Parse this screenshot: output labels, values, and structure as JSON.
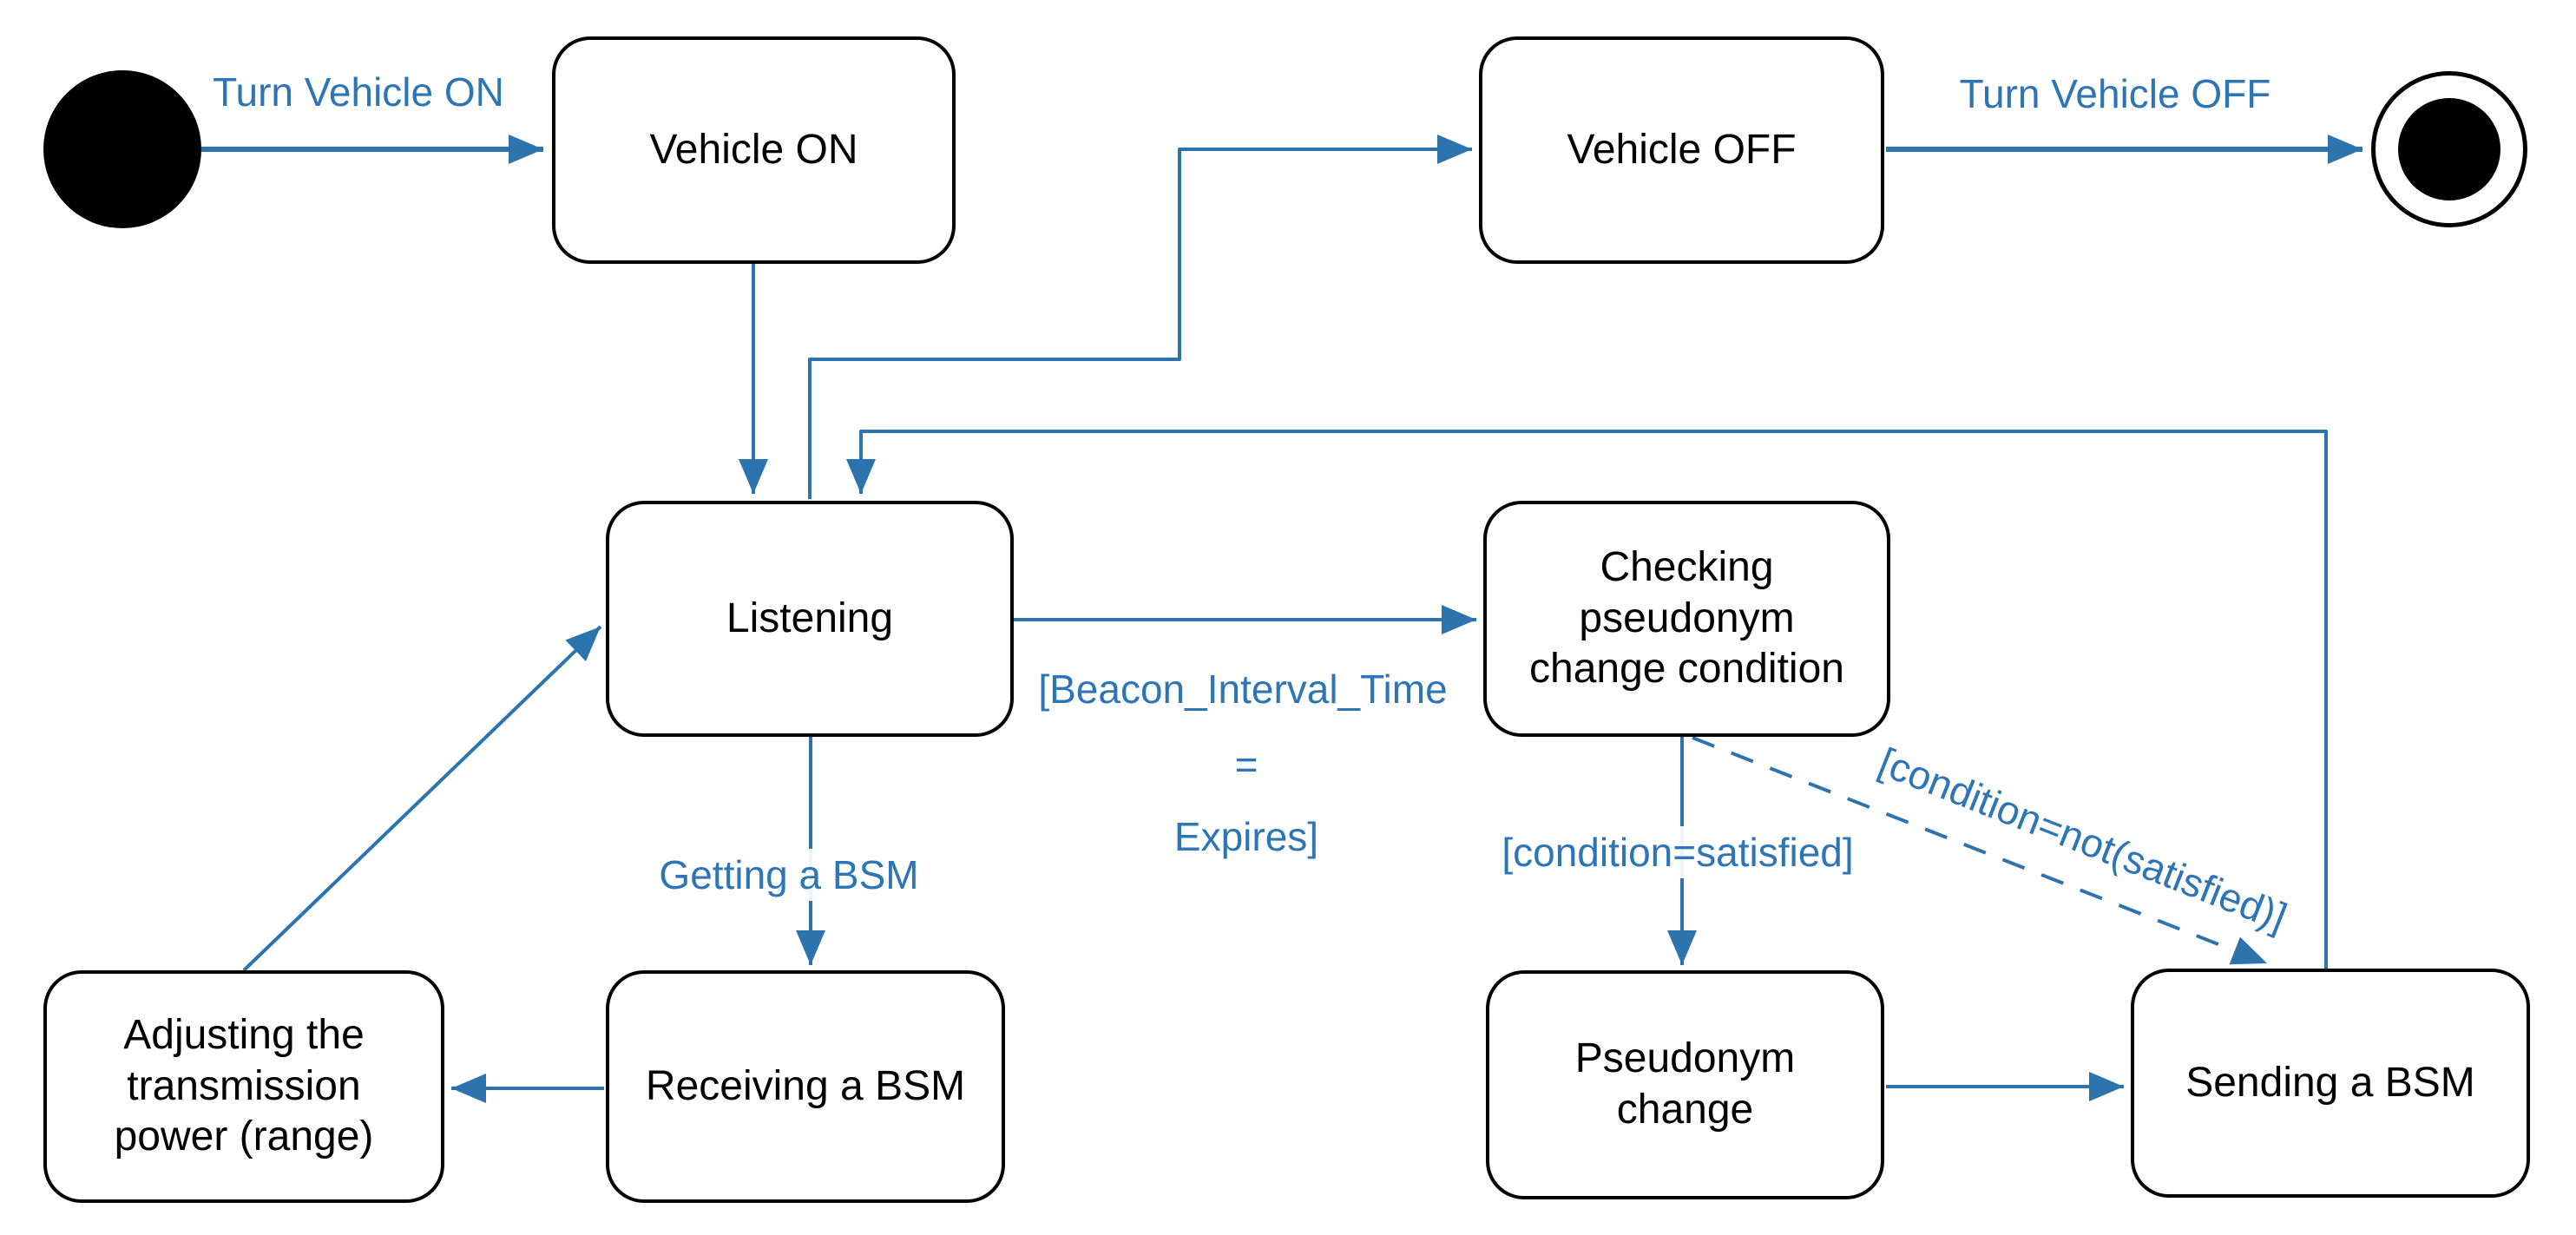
{
  "states": {
    "vehicle_on": "Vehicle ON",
    "vehicle_off": "Vehicle OFF",
    "listening": "Listening",
    "checking": "Checking\npseudonym\nchange condition",
    "adjusting": "Adjusting the\ntransmission\npower (range)",
    "receiving": "Receiving a BSM",
    "pseudonym_change": "Pseudonym\nchange",
    "sending": "Sending a BSM"
  },
  "transitions": {
    "turn_on": "Turn Vehicle ON",
    "turn_off": "Turn Vehicle OFF",
    "beacon_l1": "[Beacon_Interval_Time",
    "beacon_l2": "=",
    "beacon_l3": "Expires]",
    "getting_bsm": "Getting a BSM",
    "condition_satisfied": "[condition=satisfied]",
    "condition_not_satisfied": "[condition=not(satisfied)]"
  },
  "colors": {
    "edge": "#2d74ae",
    "label": "#2e75b6",
    "state_border": "#000000",
    "state_fill": "#ffffff",
    "state_text": "#000000",
    "background": "#ffffff"
  }
}
